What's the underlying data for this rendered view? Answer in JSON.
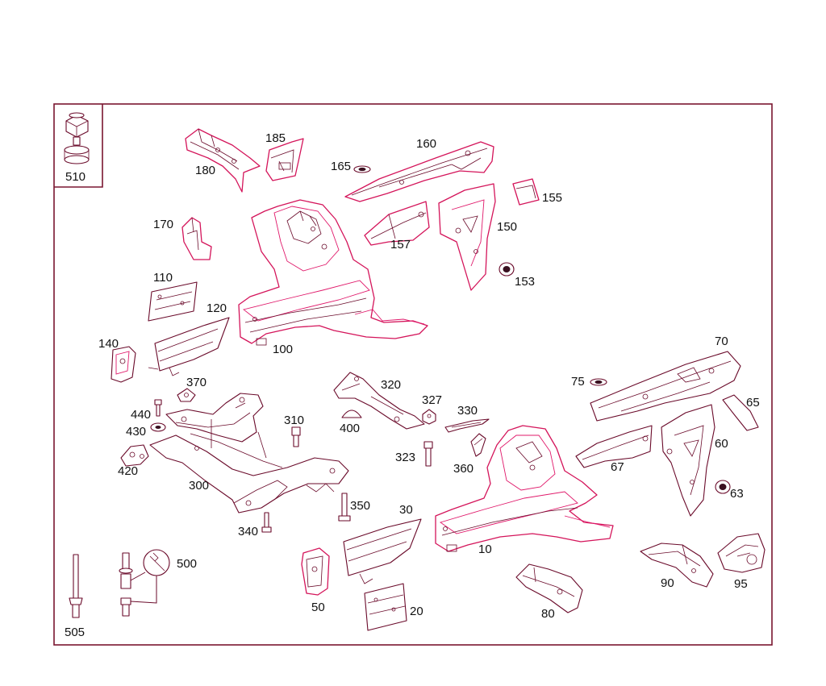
{
  "colors": {
    "frame": "#7a1630",
    "outline": "#6a0a2a",
    "highlight": "#d4145a",
    "text": "#111111"
  },
  "callouts": {
    "c510": "510",
    "c180": "180",
    "c185": "185",
    "c165": "165",
    "c160": "160",
    "c155": "155",
    "c170": "170",
    "c157": "157",
    "c150": "150",
    "c153": "153",
    "c110": "110",
    "c120": "120",
    "c100": "100",
    "c140": "140",
    "c370": "370",
    "c320": "320",
    "c327": "327",
    "c330": "330",
    "c75": "75",
    "c70": "70",
    "c65": "65",
    "c440": "440",
    "c430": "430",
    "c310": "310",
    "c400": "400",
    "c323": "323",
    "c360": "360",
    "c60": "60",
    "c67": "67",
    "c420": "420",
    "c300": "300",
    "c350": "350",
    "c63": "63",
    "c30": "30",
    "c340": "340",
    "c10": "10",
    "c500": "500",
    "c50": "50",
    "c20": "20",
    "c80": "80",
    "c90": "90",
    "c95": "95",
    "c505": "505"
  }
}
